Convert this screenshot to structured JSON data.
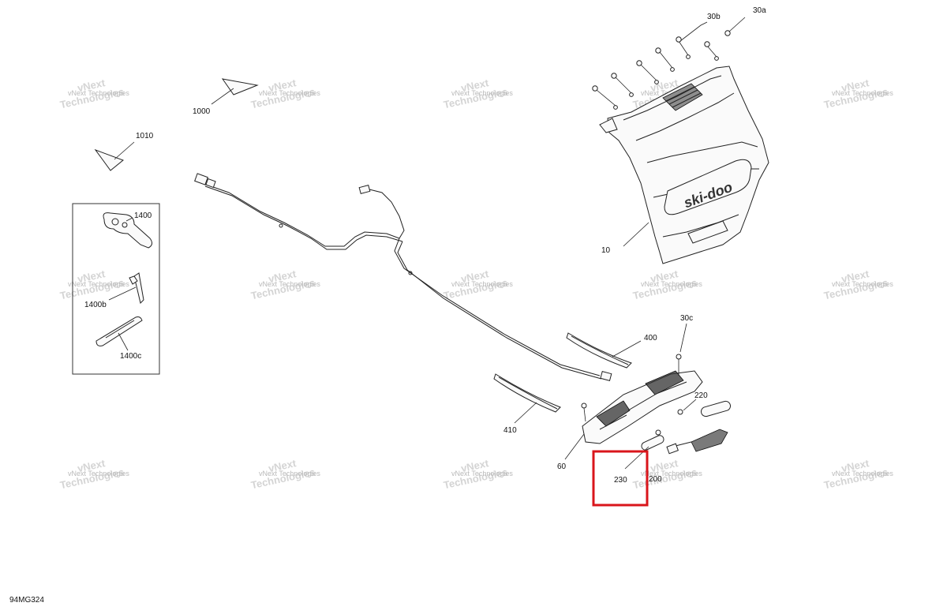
{
  "diagram": {
    "code": "94MG324",
    "watermark": {
      "line1": "vNext",
      "line2": "Technologies",
      "inline": "vNext Technologies"
    },
    "labels": {
      "p10": "10",
      "p30a": "30a",
      "p30b": "30b",
      "p30c": "30c",
      "p60": "60",
      "p200": "200",
      "p220": "220",
      "p230": "230",
      "p400": "400",
      "p410": "410",
      "p1000": "1000",
      "p1010": "1010",
      "p1400": "1400",
      "p1400b": "1400b",
      "p1400c": "1400c"
    },
    "brand_logo": "ski-doo",
    "highlight_color": "#d9151b",
    "highlighted_part": "230"
  }
}
